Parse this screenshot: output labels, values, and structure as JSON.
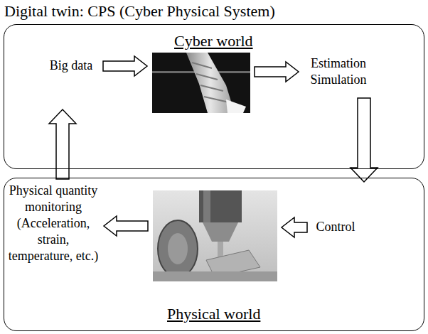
{
  "diagram": {
    "title": "Digital twin: CPS (Cyber Physical System)",
    "nodes": [
      {
        "text": [
          "Cyber world"
        ]
      },
      {
        "text": [
          "Physical world"
        ]
      }
    ],
    "edges": [
      {
        "from": 1,
        "to": 0,
        "arrow": "to"
      },
      {
        "from": 0,
        "to": 1,
        "arrow": "to"
      }
    ],
    "labels": [
      "Big data",
      "Estimation Simulation",
      "Physical quantity monitoring (Acceleration, strain, temperature, etc.)",
      "Control"
    ]
  }
}
